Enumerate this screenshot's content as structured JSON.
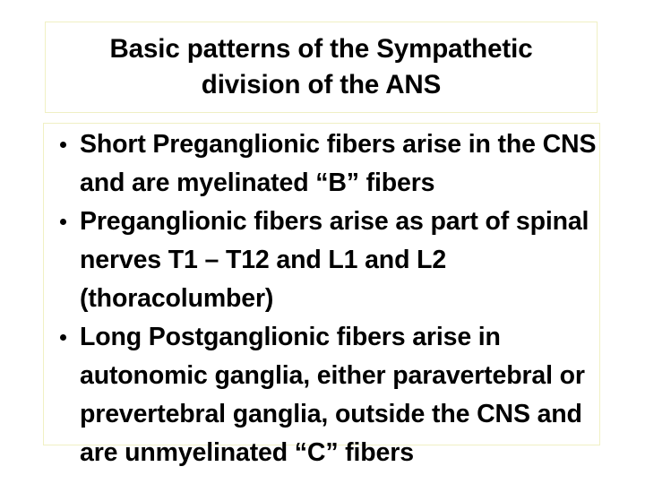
{
  "slide": {
    "background_color": "#ffffff",
    "border_color": "#f0f0c4",
    "text_color": "#000000"
  },
  "title": {
    "lines": [
      "Basic patterns of the Sympathetic",
      "division of the ANS"
    ],
    "full_text": "Basic patterns of the Sympathetic division of the ANS"
  },
  "body": {
    "bullet_glyph": "bullet-dot-icon",
    "bullets": [
      {
        "text": "Short Preganglionic fibers arise in the CNS and are myelinated “B” fibers"
      },
      {
        "text": "Preganglionic fibers arise as part of spinal nerves T1 – T12 and L1 and L2 (thoracolumber)"
      },
      {
        "text": "Long Postganglionic fibers arise in autonomic ganglia, either paravertebral or prevertebral ganglia, outside the CNS and are unmyelinated “C” fibers"
      }
    ]
  }
}
